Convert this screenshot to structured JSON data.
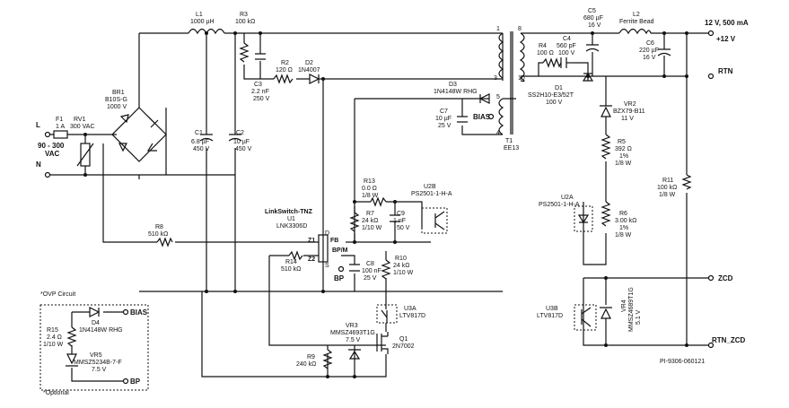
{
  "l1": {
    "ref": "L1",
    "val": "1000 µH"
  },
  "r3": {
    "ref": "R3",
    "val": "100 kΩ"
  },
  "t1": {
    "ref": "T1",
    "part": "EE13",
    "pins": [
      "1",
      "8",
      "3",
      "10",
      "5",
      "4"
    ]
  },
  "c5": {
    "ref": "C5",
    "val": "680 µF",
    "volt": "16 V"
  },
  "l2": {
    "ref": "L2",
    "val": "Ferrite Bead"
  },
  "out": {
    "v": "12 V, 500 mA",
    "plus": "+12 V",
    "rtn": "RTN",
    "zcd": "ZCD",
    "rtn_zcd": "RTN_ZCD"
  },
  "r4": {
    "ref": "R4",
    "val": "100 Ω"
  },
  "c4": {
    "ref": "C4",
    "val": "560 pF",
    "volt": "100 V"
  },
  "c6": {
    "ref": "C6",
    "val": "220 µF",
    "volt": "16 V"
  },
  "d1": {
    "ref": "D1",
    "part": "SS2H10-E3/52T",
    "volt": "100 V"
  },
  "r2": {
    "ref": "R2",
    "val": "120 Ω"
  },
  "d2": {
    "ref": "D2",
    "part": "1N4007"
  },
  "c3": {
    "ref": "C3",
    "val": "2.2 nF",
    "volt": "250 V"
  },
  "d3": {
    "ref": "D3",
    "part": "1N4148W RHG"
  },
  "bias": "BIAS",
  "c7": {
    "ref": "C7",
    "val": "10 µF",
    "volt": "25 V"
  },
  "vr2": {
    "ref": "VR2",
    "part": "BZX79-B11",
    "volt": "11 V"
  },
  "br1": {
    "ref": "BR1",
    "part": "B10S-G",
    "volt": "1000 V"
  },
  "f1": {
    "ref": "F1",
    "val": "1 A"
  },
  "rv1": {
    "ref": "RV1",
    "val": "300 VAC"
  },
  "input": {
    "l": "L",
    "n": "N",
    "v1": "90 - 300",
    "v2": "VAC"
  },
  "c1": {
    "ref": "C1",
    "val": "6.8 µF",
    "volt": "450 V"
  },
  "c2": {
    "ref": "C2",
    "val": "10 µF",
    "volt": "450 V"
  },
  "r5": {
    "ref": "R5",
    "val": "392 Ω",
    "tol": "1%",
    "pwr": "1/8 W"
  },
  "r13": {
    "ref": "R13",
    "val": "0.0 Ω",
    "pwr": "1/8 W"
  },
  "u2b": {
    "ref": "U2B",
    "part": "PS2501-1-H-A"
  },
  "r11": {
    "ref": "R11",
    "val": "100 kΩ",
    "pwr": "1/8 W"
  },
  "u2a": {
    "ref": "U2A",
    "part": "PS2501-1-H-A"
  },
  "u1": {
    "title": "LinkSwitch-TNZ",
    "ref": "U1",
    "part": "LNK3306D",
    "pins": {
      "d": "D",
      "fb": "FB",
      "bpm": "BP/M",
      "s": "S",
      "z1": "Z1",
      "z2": "Z2"
    }
  },
  "r7": {
    "ref": "R7",
    "val": "24 kΩ",
    "pwr": "1/10 W"
  },
  "c9": {
    "ref": "C9",
    "val": "1 nF",
    "volt": "50 V"
  },
  "r6": {
    "ref": "R6",
    "val": "3.00 kΩ",
    "tol": "1%",
    "pwr": "1/8 W"
  },
  "r8": {
    "ref": "R8",
    "val": "510 kΩ"
  },
  "r10": {
    "ref": "R10",
    "val": "24 kΩ",
    "pwr": "1/10 W"
  },
  "r14": {
    "ref": "R14",
    "val": "510 kΩ"
  },
  "c8": {
    "ref": "C8",
    "val": "100 nF",
    "volt": "25 V"
  },
  "bp": "BP",
  "u3a": {
    "ref": "U3A",
    "part": "LTV817D"
  },
  "u3b": {
    "ref": "U3B",
    "part": "LTV817D"
  },
  "vr4": {
    "ref": "VR4",
    "part": "MMSZ4689T1G",
    "volt": "5.1 V"
  },
  "ovp": {
    "title": "*OVP Circuit",
    "optional": "*Optional",
    "bias": "BIAS",
    "bp": "BP",
    "d4": {
      "ref": "D4",
      "part": "1N4148W RHG"
    },
    "r15": {
      "ref": "R15",
      "val": "2.4 Ω",
      "pwr": "1/10 W"
    },
    "vr5": {
      "ref": "VR5",
      "part": "MMSZ5234B-7-F",
      "volt": "7.5 V"
    }
  },
  "vr3": {
    "ref": "VR3",
    "part": "MMSZ4693T1G",
    "volt": "7.5 V"
  },
  "q1": {
    "ref": "Q1",
    "part": "2N7002"
  },
  "r9": {
    "ref": "R9",
    "val": "240 kΩ"
  },
  "docnum": "PI-9306-060121"
}
